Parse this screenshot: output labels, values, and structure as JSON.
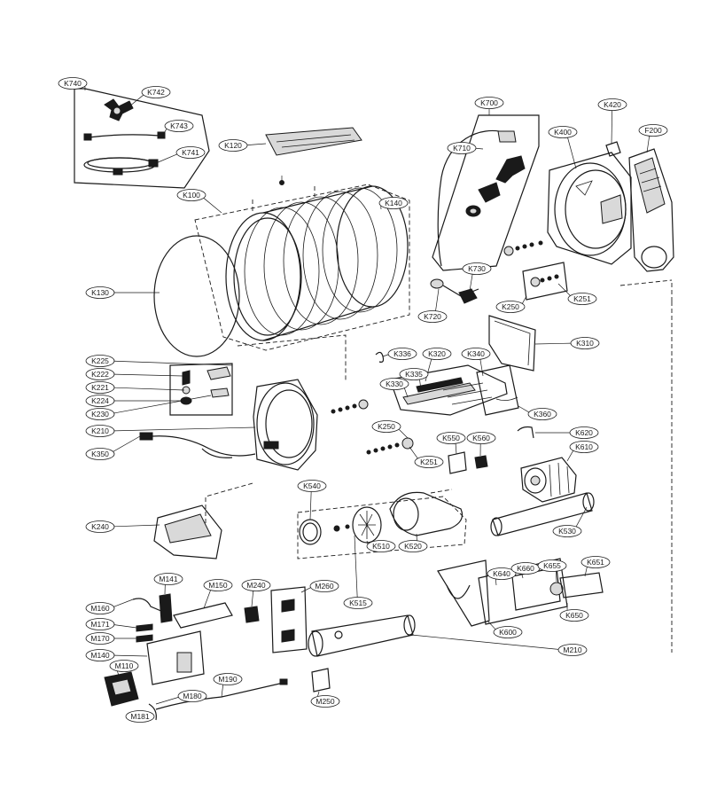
{
  "callouts": [
    {
      "id": "K740",
      "label": "K740"
    },
    {
      "id": "K742",
      "label": "K742"
    },
    {
      "id": "K743",
      "label": "K743"
    },
    {
      "id": "K741",
      "label": "K741"
    },
    {
      "id": "K120",
      "label": "K120"
    },
    {
      "id": "K100",
      "label": "K100"
    },
    {
      "id": "K140",
      "label": "K140"
    },
    {
      "id": "K130",
      "label": "K130"
    },
    {
      "id": "K700",
      "label": "K700"
    },
    {
      "id": "K710",
      "label": "K710"
    },
    {
      "id": "K420",
      "label": "K420"
    },
    {
      "id": "K400",
      "label": "K400"
    },
    {
      "id": "F200",
      "label": "F200"
    },
    {
      "id": "K730",
      "label": "K730"
    },
    {
      "id": "K720",
      "label": "K720"
    },
    {
      "id": "K250a",
      "label": "K250"
    },
    {
      "id": "K251a",
      "label": "K251"
    },
    {
      "id": "K310",
      "label": "K310"
    },
    {
      "id": "K336",
      "label": "K336"
    },
    {
      "id": "K320",
      "label": "K320"
    },
    {
      "id": "K340",
      "label": "K340"
    },
    {
      "id": "K335",
      "label": "K335"
    },
    {
      "id": "K330",
      "label": "K330"
    },
    {
      "id": "K360",
      "label": "K360"
    },
    {
      "id": "K225",
      "label": "K225"
    },
    {
      "id": "K222",
      "label": "K222"
    },
    {
      "id": "K221",
      "label": "K221"
    },
    {
      "id": "K224",
      "label": "K224"
    },
    {
      "id": "K230",
      "label": "K230"
    },
    {
      "id": "K210",
      "label": "K210"
    },
    {
      "id": "K350",
      "label": "K350"
    },
    {
      "id": "K250b",
      "label": "K250"
    },
    {
      "id": "K251b",
      "label": "K251"
    },
    {
      "id": "K550",
      "label": "K550"
    },
    {
      "id": "K560",
      "label": "K560"
    },
    {
      "id": "K620",
      "label": "K620"
    },
    {
      "id": "K610",
      "label": "K610"
    },
    {
      "id": "K540",
      "label": "K540"
    },
    {
      "id": "K240",
      "label": "K240"
    },
    {
      "id": "K510",
      "label": "K510"
    },
    {
      "id": "K520",
      "label": "K520"
    },
    {
      "id": "K530",
      "label": "K530"
    },
    {
      "id": "K515",
      "label": "K515"
    },
    {
      "id": "K640",
      "label": "K640"
    },
    {
      "id": "K660",
      "label": "K660"
    },
    {
      "id": "K655",
      "label": "K655"
    },
    {
      "id": "K651",
      "label": "K651"
    },
    {
      "id": "K650",
      "label": "K650"
    },
    {
      "id": "K600",
      "label": "K600"
    },
    {
      "id": "M141",
      "label": "M141"
    },
    {
      "id": "M150",
      "label": "M150"
    },
    {
      "id": "M240",
      "label": "M240"
    },
    {
      "id": "M260",
      "label": "M260"
    },
    {
      "id": "M160",
      "label": "M160"
    },
    {
      "id": "M171",
      "label": "M171"
    },
    {
      "id": "M170",
      "label": "M170"
    },
    {
      "id": "M140",
      "label": "M140"
    },
    {
      "id": "M110",
      "label": "M110"
    },
    {
      "id": "M190",
      "label": "M190"
    },
    {
      "id": "M180",
      "label": "M180"
    },
    {
      "id": "M181",
      "label": "M181"
    },
    {
      "id": "M210",
      "label": "M210"
    },
    {
      "id": "M250",
      "label": "M250"
    }
  ]
}
